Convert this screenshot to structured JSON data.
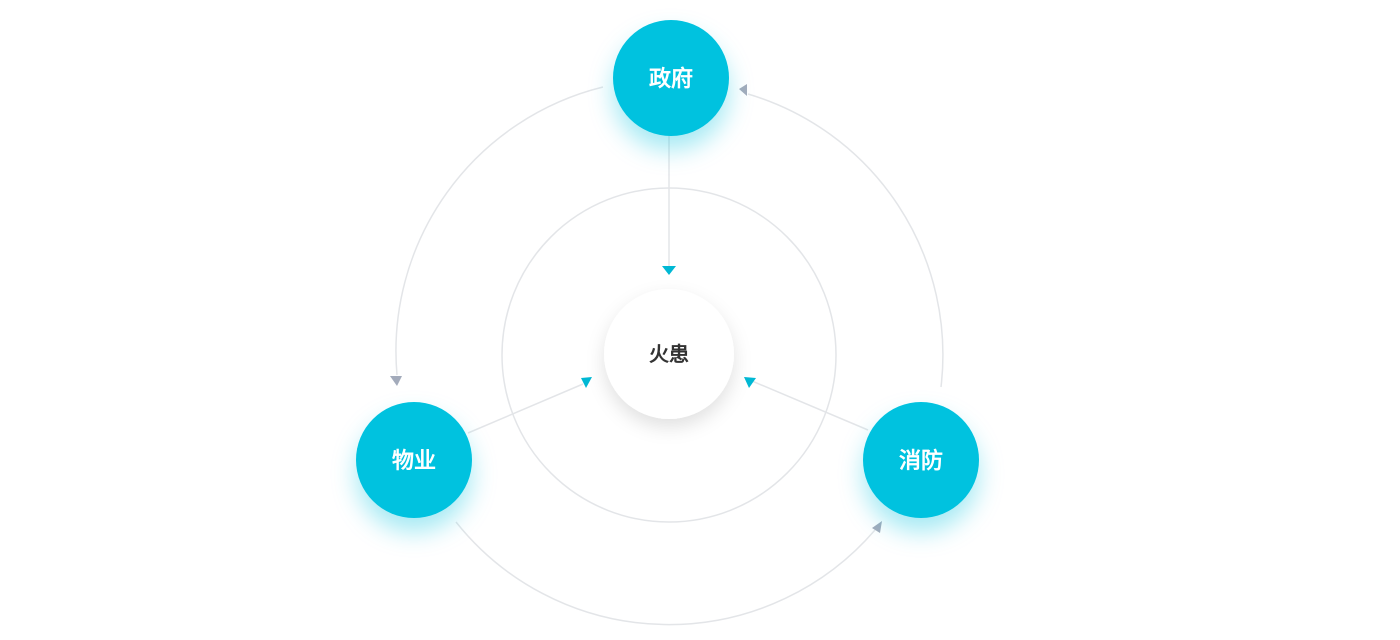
{
  "diagram": {
    "center": {
      "label": "火患"
    },
    "nodes": [
      {
        "id": "government",
        "label": "政府"
      },
      {
        "id": "property",
        "label": "物业"
      },
      {
        "id": "fire",
        "label": "消防"
      }
    ],
    "colors": {
      "node_fill": "#00C2DF",
      "node_glow": "#7FE3F2",
      "ring": "#E3E5E8",
      "arrow_inner": "#00B8D4",
      "arrow_outer": "#A3ABBB",
      "center_fill": "#FFFFFF",
      "center_text": "#333333"
    }
  }
}
